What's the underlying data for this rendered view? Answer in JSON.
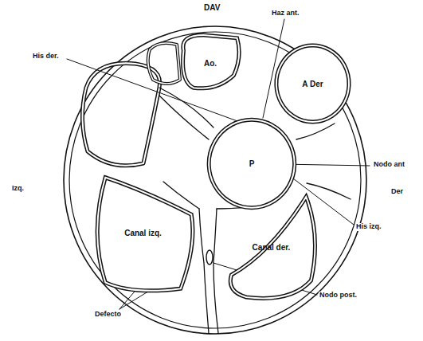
{
  "diagram": {
    "title": "DAV",
    "nodes": [
      {
        "text": [
          "Ao."
        ]
      },
      {
        "text": [
          "A Der"
        ]
      },
      {
        "text": [
          "P"
        ]
      },
      {
        "text": [
          "Canal izq."
        ]
      },
      {
        "text": [
          "Canal der."
        ]
      }
    ],
    "labels": [
      "Haz ant.",
      "His der.",
      "Nodo ant",
      "Der",
      "Izq.",
      "His izq.",
      "Defecto",
      "Nodo post."
    ]
  }
}
